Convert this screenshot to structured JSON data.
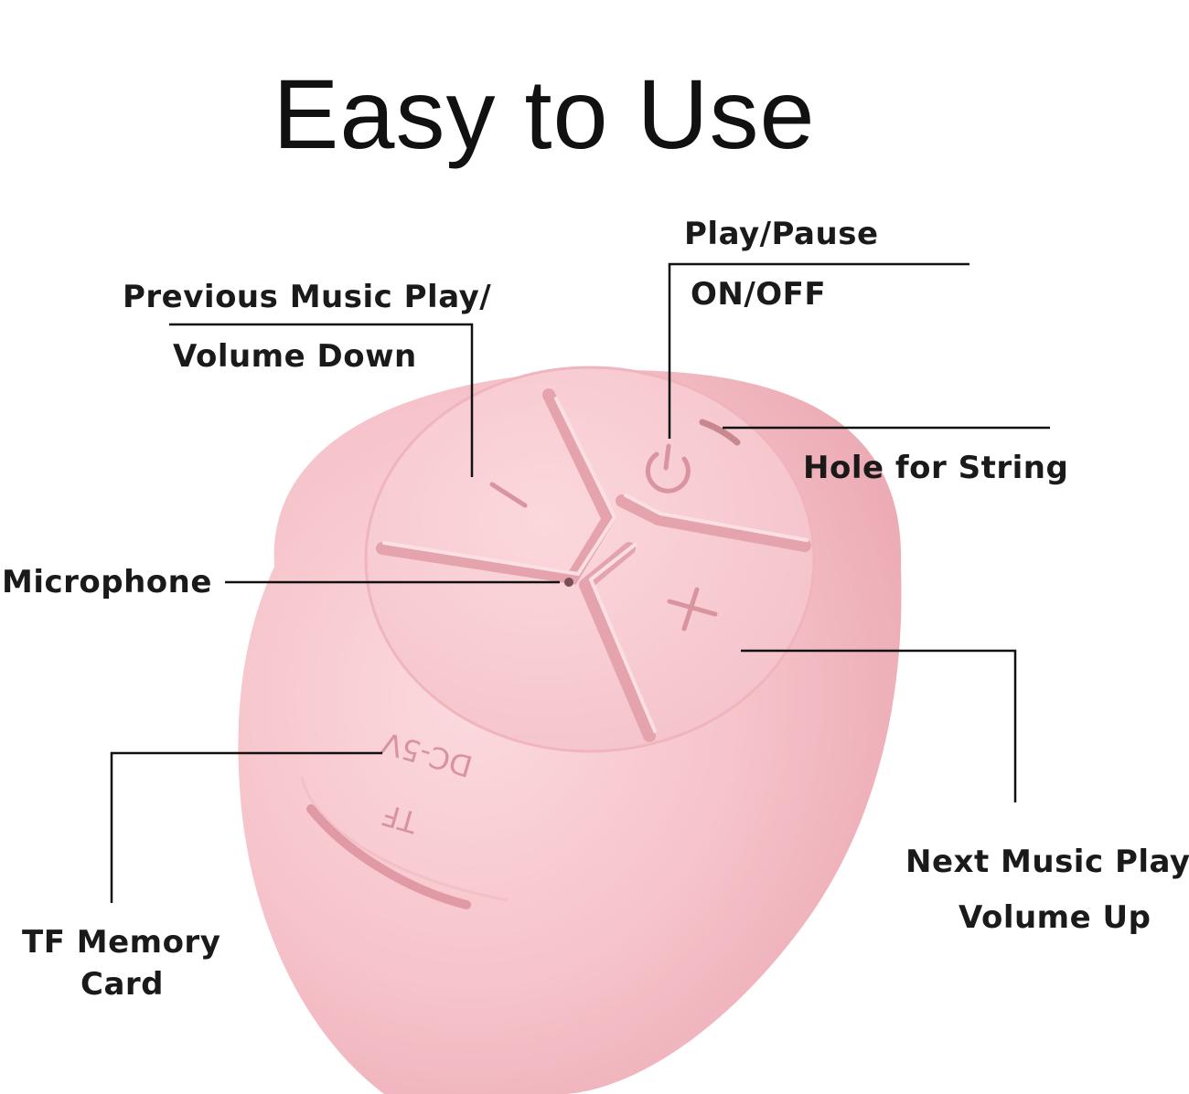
{
  "title": "Easy to Use",
  "labels": {
    "previous_line1": "Previous  Music Play/",
    "previous_line2": "Volume Down",
    "play_pause_line1": "Play/Pause",
    "play_pause_line2": "ON/OFF",
    "hole": "Hole for String",
    "microphone": "Microphone",
    "next_line1": "Next Music Play/",
    "next_line2": "Volume Up",
    "tf_line1": "TF Memory",
    "tf_line2": "Card"
  },
  "device_markings": {
    "dc": "DC-5V",
    "tf": "TF"
  },
  "colors": {
    "body": "#f7c9cf",
    "body_shadow": "#eeaeb8",
    "top_face": "#f9d0d5",
    "groove": "#e7a7b0",
    "text": "#1a1a1a"
  }
}
